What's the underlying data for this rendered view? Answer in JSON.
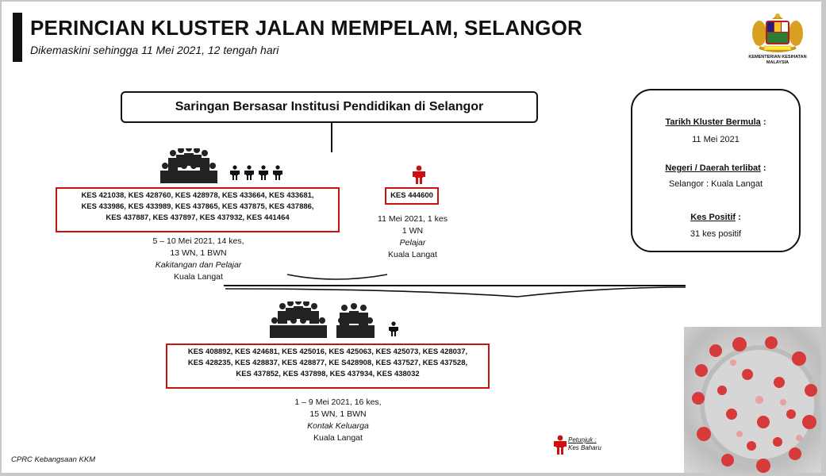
{
  "header": {
    "title": "PERINCIAN KLUSTER JALAN MEMPELAM, SELANGOR",
    "subtitle": "Dikemaskini sehingga 11 Mei 2021, 12 tengah hari",
    "logo_text_line1": "KEMENTERIAN KESIHATAN",
    "logo_text_line2": "MALAYSIA"
  },
  "source_box": {
    "label": "Saringan Bersasar Institusi Pendidikan di Selangor"
  },
  "group_a": {
    "cases_line1": "KES 421038, KES 428760, KES 428978, KES 433664, KES 433681,",
    "cases_line2": "KES 433986, KES 433989, KES 437865, KES 437875, KES 437886,",
    "cases_line3": "KES 437887, KES 437897, KES 437932, KES 441464",
    "caption_line1": "5 – 10 Mei 2021, 14 kes,",
    "caption_line2": "13 WN, 1 BWN",
    "caption_line3": "Kakitangan dan Pelajar",
    "caption_line4": "Kuala Langat"
  },
  "group_b": {
    "case": "KES 444600",
    "caption_line1": "11 Mei 2021, 1 kes",
    "caption_line2": "1 WN",
    "caption_line3": "Pelajar",
    "caption_line4": "Kuala Langat"
  },
  "group_c": {
    "cases_line1": "KES 408892, KES 424681, KES 425016, KES 425063, KES 425073, KES 428037,",
    "cases_line2": "KES 428235, KES 428837, KES 428877, KE S428908, KES 437527, KES 437528,",
    "cases_line3": "KES 437852, KES 437898, KES 437934, KES 438032",
    "caption_line1": "1 – 9 Mei 2021, 16 kes,",
    "caption_line2": "15 WN, 1 BWN",
    "caption_line3": "Kontak Keluarga",
    "caption_line4": "Kuala Langat"
  },
  "info": {
    "start_label": "Tarikh Kluster Bermula",
    "start_value": "11 Mei 2021",
    "state_label": "Negeri / Daerah terlibat",
    "state_value": "Selangor : Kuala Langat",
    "positive_label": "Kes Positif",
    "positive_value": "31 kes positif",
    "colon": ":"
  },
  "legend": {
    "line1": "Petunjuk :",
    "line2": "Kes Baharu"
  },
  "footer": {
    "text": "CPRC Kebangsaan KKM"
  },
  "colors": {
    "new_case_red": "#cc1111",
    "box_border_red": "#cc1111",
    "ink": "#111111"
  },
  "icons": {
    "crowd": "crowd-icon",
    "person": "person-icon",
    "new_case_person": "red-person-icon",
    "logo": "ministry-crest-logo",
    "virus": "virus-image"
  }
}
